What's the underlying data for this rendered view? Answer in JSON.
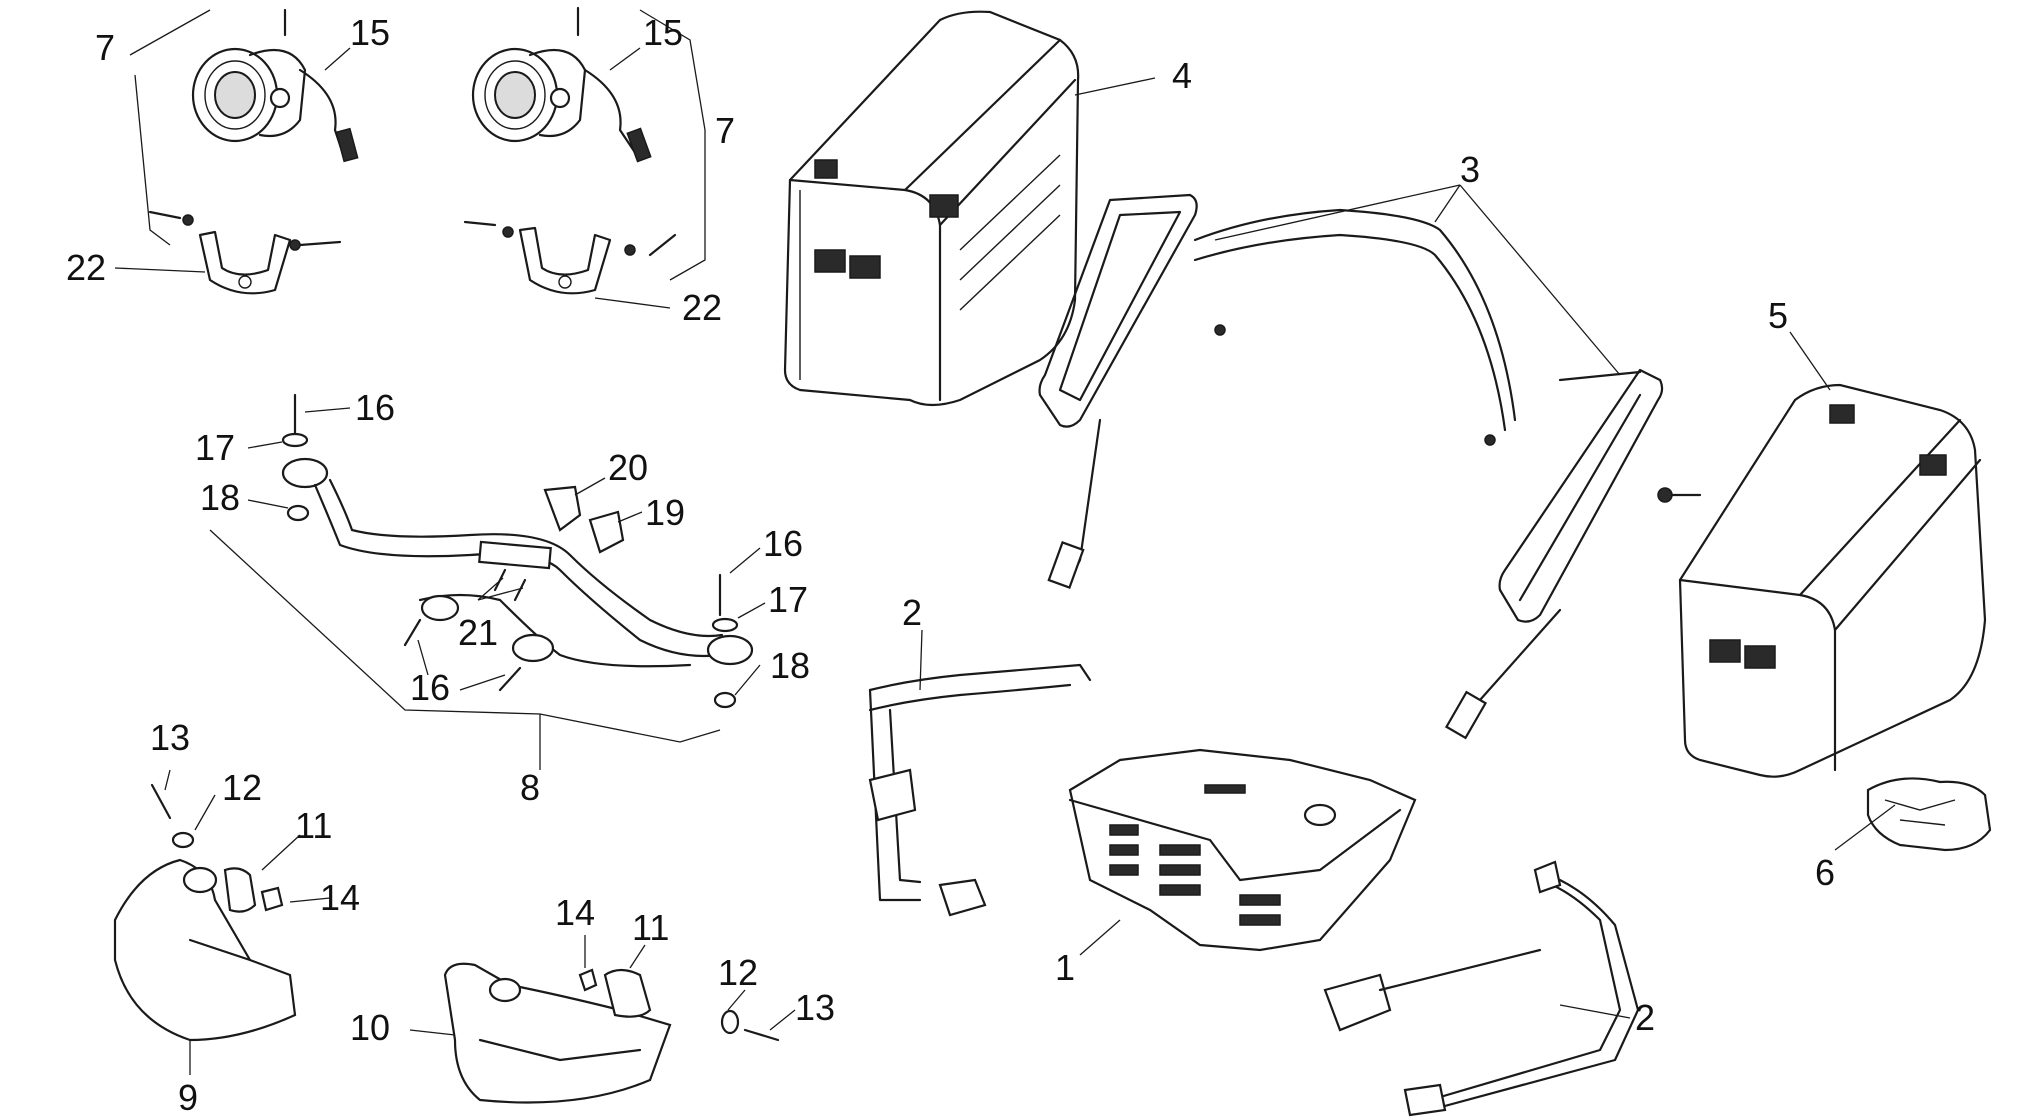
{
  "callouts": {
    "c1": "1",
    "c2a": "2",
    "c2b": "2",
    "c3": "3",
    "c4": "4",
    "c5": "5",
    "c6": "6",
    "c7a": "7",
    "c7b": "7",
    "c8": "8",
    "c9": "9",
    "c10": "10",
    "c11a": "11",
    "c11b": "11",
    "c12a": "12",
    "c12b": "12",
    "c13a": "13",
    "c13b": "13",
    "c14a": "14",
    "c14b": "14",
    "c15a": "15",
    "c15b": "15",
    "c16a": "16",
    "c16b": "16",
    "c16c": "16",
    "c17a": "17",
    "c17b": "17",
    "c18a": "18",
    "c18b": "18",
    "c19": "19",
    "c20": "20",
    "c21": "21",
    "c22a": "22",
    "c22b": "22"
  }
}
